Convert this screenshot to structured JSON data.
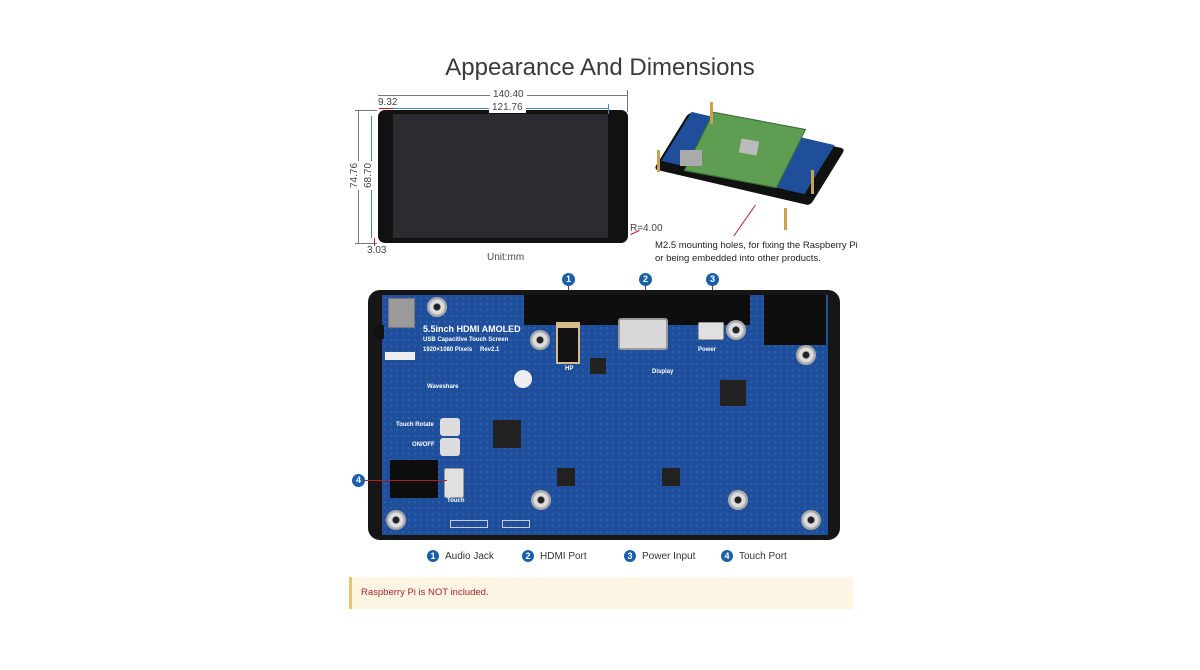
{
  "title": "Appearance And Dimensions",
  "dimensions": {
    "width_outer": "140.40",
    "width_display": "121.76",
    "left_margin": "9.32",
    "height_outer": "74.76",
    "height_display": "68.70",
    "bottom_margin": "3.03",
    "corner_radius": "R=4.00",
    "unit": "Unit:mm"
  },
  "mounting_caption": {
    "line1": "M2.5 mounting holes, for fixing the Raspberry Pi",
    "line2": "or being embedded into other products."
  },
  "board_silk": {
    "product": "5.5inch HDMI AMOLED",
    "subtitle": "USB Capacitive Touch Screen",
    "resolution": "1920×1080 Pixels",
    "revision": "Rev2.1",
    "brand": "Waveshare",
    "touch_rotate": "Touch Rotate",
    "on_off": "ON/OFF",
    "hp": "HP",
    "display": "Display",
    "power": "Power",
    "touch": "Touch"
  },
  "markers": [
    "1",
    "2",
    "3",
    "4"
  ],
  "legend": [
    {
      "num": "1",
      "label": "Audio Jack"
    },
    {
      "num": "2",
      "label": "HDMI Port"
    },
    {
      "num": "3",
      "label": "Power Input"
    },
    {
      "num": "4",
      "label": "Touch Port"
    }
  ],
  "note": "Raspberry Pi is NOT included.",
  "colors": {
    "marker": "#1a5fa8",
    "board": "#1f4f9a",
    "note_bg": "#fcf5e3",
    "note_text": "#a3262c"
  }
}
